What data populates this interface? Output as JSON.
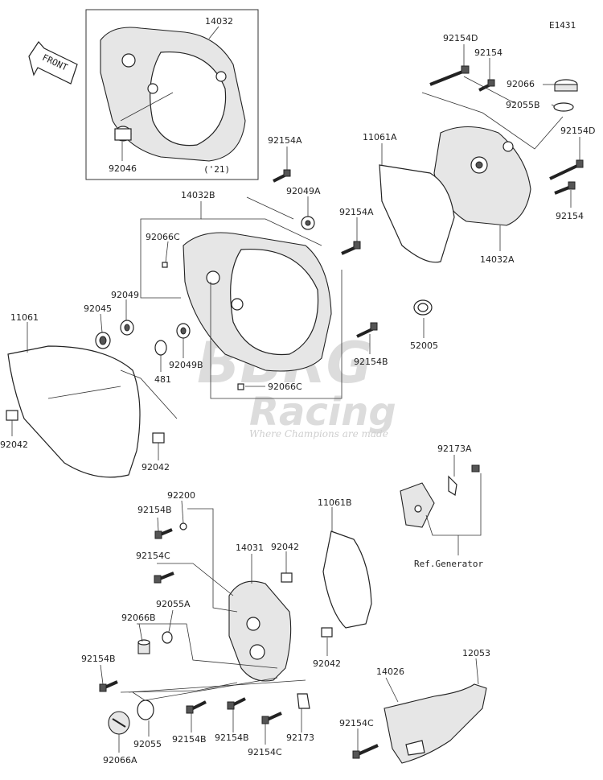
{
  "diagram_code": "E1431",
  "front_label": "FRONT",
  "ref_generator": "Ref.Generator",
  "variant_note": "('21)",
  "watermark": {
    "line1": "BBRG",
    "line2": "Racing",
    "slogan": "Where Champions are made"
  },
  "labels": {
    "p14032": "14032",
    "p92046": "92046",
    "p92154D_top": "92154D",
    "p92154_top": "92154",
    "p92066_top": "92066",
    "p92055B": "92055B",
    "p92154D_right": "92154D",
    "p11061A": "11061A",
    "p92154A_top": "92154A",
    "p92049A": "92049A",
    "p14032B": "14032B",
    "p92154A_mid": "92154A",
    "p92154_right": "92154",
    "p14032A": "14032A",
    "p92066C_top": "92066C",
    "p92049": "92049",
    "p92045": "92045",
    "p11061": "11061",
    "p52005": "52005",
    "p92154B_mid": "92154B",
    "p481": "481",
    "p92049B": "92049B",
    "p92066C_bot": "92066C",
    "p92042_left": "92042",
    "p92042_leftb": "92042",
    "p92173A": "92173A",
    "p92200": "92200",
    "p92154B_a": "92154B",
    "p11061B": "11061B",
    "p92154C_a": "92154C",
    "p14031": "14031",
    "p92042_mid": "92042",
    "p92055A": "92055A",
    "p92066B": "92066B",
    "p92154B_b": "92154B",
    "p92042_low": "92042",
    "p12053": "12053",
    "p14026": "14026",
    "p92154C_b": "92154C",
    "p92055": "92055",
    "p92154B_c": "92154B",
    "p92154B_d": "92154B",
    "p92173": "92173",
    "p92154C_c": "92154C",
    "p92066A": "92066A"
  }
}
